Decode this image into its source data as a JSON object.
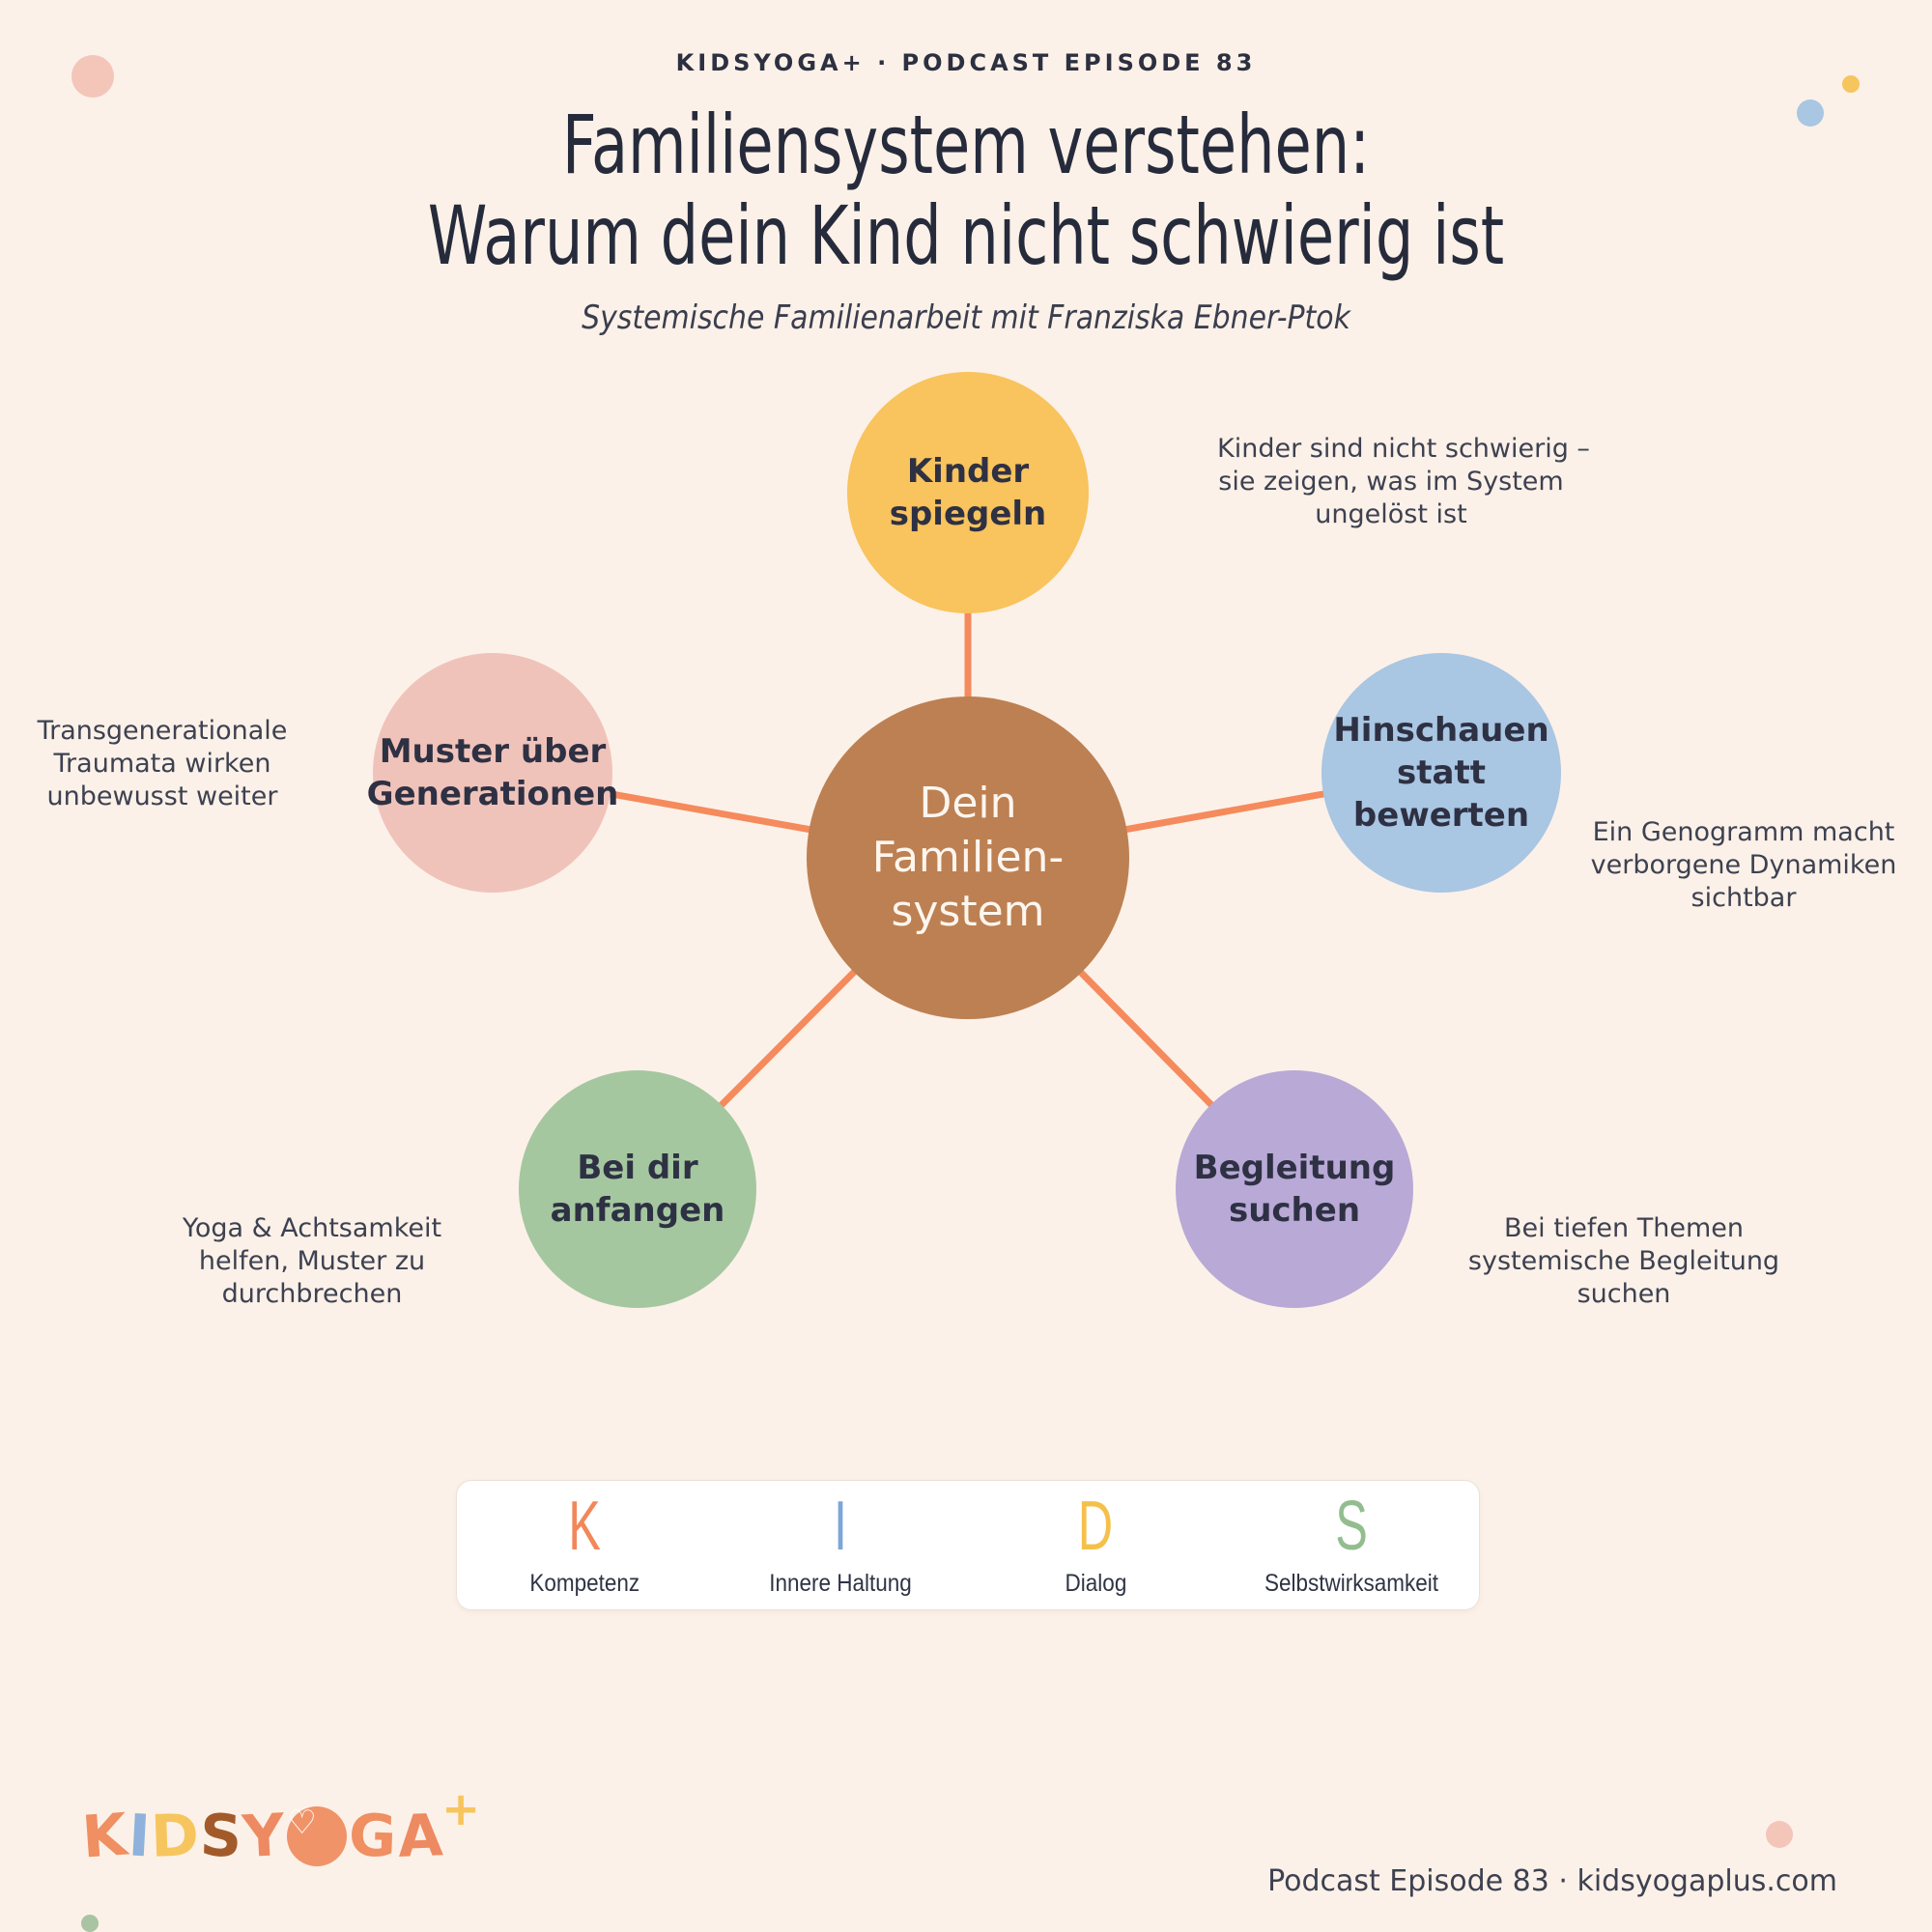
{
  "colors": {
    "background": "#fcf1e8",
    "heading_text": "#262b3c",
    "body_text": "#3d4151",
    "connector_line": "#f58a5c",
    "hub_circle": "#bd8052",
    "node_yellow": "#f9c35d",
    "node_blue": "#a9c6e3",
    "node_pink": "#f0c3ba",
    "node_green": "#a5c7a0",
    "node_purple": "#b9a9d6"
  },
  "header": {
    "kicker": "KIDSYOGA+ · PODCAST EPISODE 83",
    "title_line1": "Familiensystem verstehen:",
    "title_line2": "Warum dein Kind nicht schwierig ist",
    "subtitle": "Systemische Familienarbeit mit Franziska Ebner-Ptok"
  },
  "diagram": {
    "center": {
      "lines": [
        "Dein",
        "Familien-",
        "system"
      ],
      "color": "#bd8052"
    },
    "nodes": [
      {
        "id": "kinder-spiegeln",
        "lines": [
          "Kinder",
          "spiegeln"
        ],
        "color": "#f9c35d",
        "note": [
          "Kinder sind nicht schwierig –",
          "sie zeigen, was im System",
          "ungelöst ist"
        ]
      },
      {
        "id": "hinschauen-statt-bewerten",
        "lines": [
          "Hinschauen",
          "statt",
          "bewerten"
        ],
        "color": "#a9c6e3",
        "note": [
          "Ein Genogramm macht",
          "verborgene Dynamiken",
          "sichtbar"
        ]
      },
      {
        "id": "muster-ueber-generationen",
        "lines": [
          "Muster über",
          "Generationen"
        ],
        "color": "#f0c3ba",
        "note": [
          "Transgenerationale",
          "Traumata wirken",
          "unbewusst weiter"
        ]
      },
      {
        "id": "bei-dir-anfangen",
        "lines": [
          "Bei dir",
          "anfangen"
        ],
        "color": "#a5c7a0",
        "note": [
          "Yoga & Achtsamkeit",
          "helfen, Muster zu",
          "durchbrechen"
        ]
      },
      {
        "id": "begleitung-suchen",
        "lines": [
          "Begleitung",
          "suchen"
        ],
        "color": "#b9a9d6",
        "note": [
          "Bei tiefen Themen",
          "systemische Begleitung",
          "suchen"
        ]
      }
    ]
  },
  "kids_model": {
    "items": [
      {
        "letter": "K",
        "label": "Kompetenz",
        "color": "#f2875a"
      },
      {
        "letter": "I",
        "label": "Innere Haltung",
        "color": "#7ba6d9"
      },
      {
        "letter": "D",
        "label": "Dialog",
        "color": "#f5c04a"
      },
      {
        "letter": "S",
        "label": "Selbstwirksamkeit",
        "color": "#94bd8f"
      }
    ]
  },
  "footer": {
    "logo": {
      "letters": [
        "K",
        "I",
        "D",
        "S",
        "Y",
        "O",
        "G",
        "A"
      ],
      "plus": "+",
      "heart": "♡"
    },
    "credit": "Podcast Episode 83 · kidsyogaplus.com"
  }
}
